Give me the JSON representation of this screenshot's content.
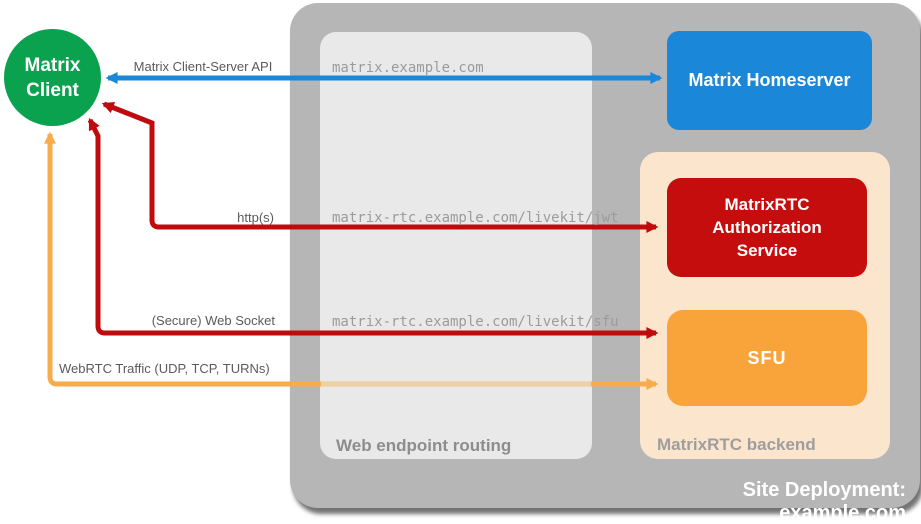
{
  "diagram": {
    "site": {
      "title": "Site Deployment: example.com"
    },
    "client": {
      "line1": "Matrix",
      "line2": "Client",
      "color": "#0ba24f"
    },
    "homeserver": {
      "label": "Matrix Homeserver",
      "color": "#1b87d9"
    },
    "auth_service": {
      "label": "MatrixRTC Authorization Service",
      "color": "#c60d0e"
    },
    "sfu": {
      "label": "SFU",
      "color": "#f9a43b"
    },
    "routing": {
      "label": "Web endpoint routing",
      "endpoints": {
        "homeserver": "matrix.example.com",
        "jwt": "matrix-rtc.example.com/livekit/jwt",
        "sfu": "matrix-rtc.example.com/livekit/sfu"
      }
    },
    "backend": {
      "label": "MatrixRTC backend",
      "color": "#fce5cd"
    },
    "connections": [
      {
        "label": "Matrix Client-Server API",
        "color": "#1b87d9"
      },
      {
        "label": "http(s)",
        "color": "#bf0b0d"
      },
      {
        "label": "(Secure) Web Socket",
        "color": "#bf0b0d"
      },
      {
        "label": "WebRTC Traffic (UDP, TCP, TURNs)",
        "color": "#f7ab4a",
        "faded_color": "#eed0a6"
      }
    ]
  }
}
